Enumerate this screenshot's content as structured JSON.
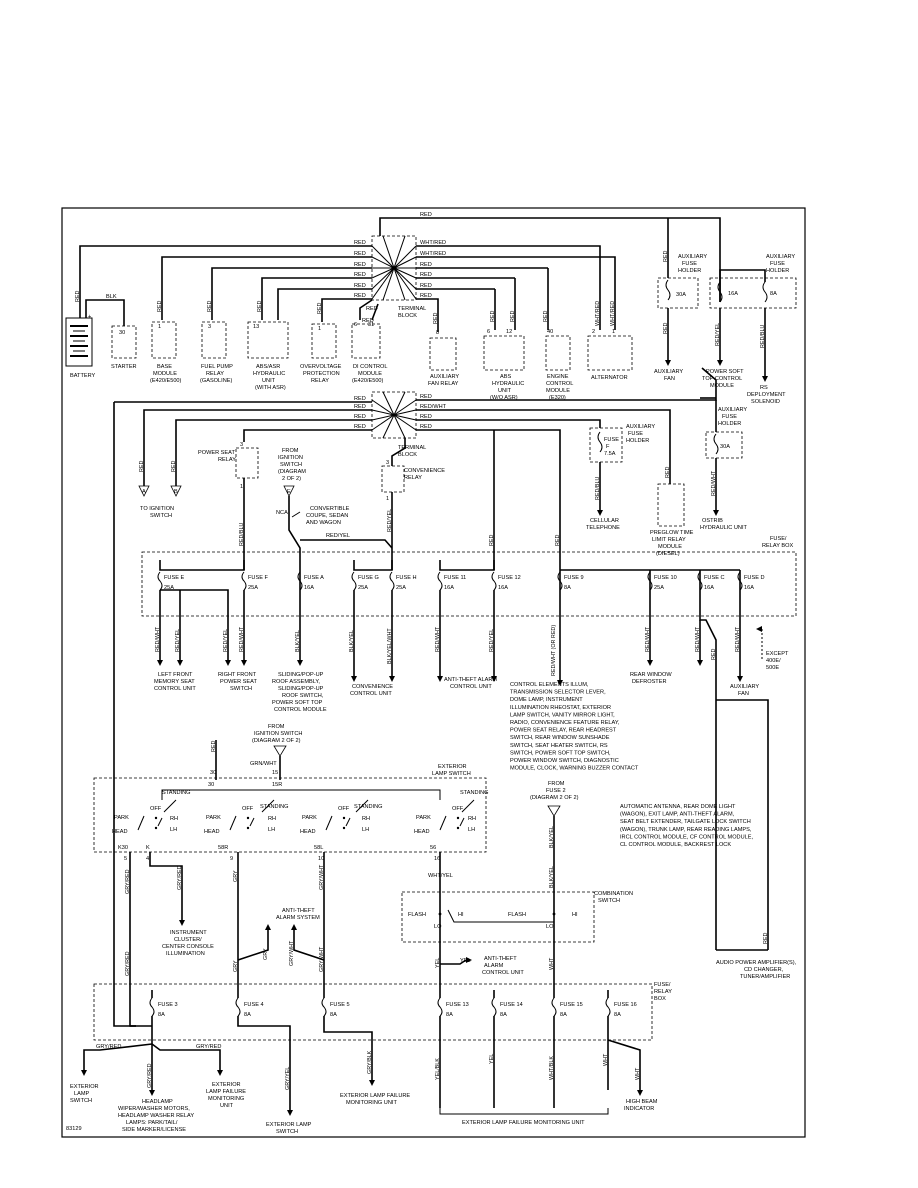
{
  "diagram_id": "83129",
  "top": {
    "red": "RED",
    "blk": "BLK",
    "wht_red": "WHT/RED",
    "battery": "BATTERY",
    "starter": "STARTER",
    "starter_pin": "30",
    "base_module": [
      "BASE",
      "MODULE",
      "(E420/E500)"
    ],
    "fuel_pump_relay": [
      "FUEL PUMP",
      "RELAY",
      "(GASOLINE)"
    ],
    "abs_asr": [
      "ABS/ASR",
      "HYDRAULIC",
      "UNIT",
      "(WITH ASR)"
    ],
    "overvoltage": [
      "OVERVOLTAGE",
      "PROTECTION",
      "RELAY"
    ],
    "di_control": [
      "DI CONTROL",
      "MODULE",
      "(E420/E500)"
    ],
    "aux_fan_relay": [
      "AUXILIARY",
      "FAN RELAY"
    ],
    "abs_hyd": [
      "ABS",
      "HYDRAULIC",
      "UNIT",
      "(W/O ASR)"
    ],
    "engine_cm": [
      "ENGINE",
      "CONTROL",
      "MODULE",
      "(E320)"
    ],
    "alternator": "ALTERNATOR",
    "terminal_block": [
      "TERMINAL",
      "BLOCK"
    ],
    "aux_fuse_holder": [
      "AUXILIARY",
      "FUSE",
      "HOLDER"
    ],
    "fuse_30a": "30A",
    "fuse_16a": "16A",
    "fuse_8a": "8A",
    "red_yel": "RED/YEL",
    "red_blu": "RED/BLU",
    "aux_fan": [
      "AUXILIARY",
      "FAN"
    ],
    "power_soft_top": [
      "POWER SOFT",
      "TOP CONTROL",
      "MODULE"
    ],
    "rs_deploy": [
      "RS",
      "DEPLOYMENT",
      "SOLENOID"
    ],
    "pins": {
      "p1": "1",
      "p3": "3",
      "p13": "13",
      "p1b": "1",
      "p6": "6",
      "p31": "31",
      "p8": "8",
      "p6b": "6",
      "p12": "12",
      "p40": "40",
      "p2": "2",
      "p1c": "1"
    }
  },
  "middle": {
    "red": "RED",
    "red_wht": "RED/WHT",
    "power_seat_relay": [
      "POWER SEAT",
      "RELAY"
    ],
    "from_ign": [
      "FROM",
      "IGNITION",
      "SWITCH",
      "(DIAGRAM",
      "2 OF 2)"
    ],
    "conv_relay": [
      "CONVENIENCE",
      "RELAY"
    ],
    "aux_fuse_holder2": [
      "AUXILIARY",
      "FUSE",
      "HOLDER"
    ],
    "fuse_f": [
      "FUSE",
      "F",
      "7.5A"
    ],
    "aux_fuse_holder3": [
      "AUXILIARY",
      "FUSE",
      "HOLDER"
    ],
    "fuse_30a_b": "30A",
    "to_ign": [
      "TO IGNITION",
      "SWITCH"
    ],
    "red_blu": "RED/BLU",
    "nca": "NCA",
    "convertible": [
      "CONVERTIBLE",
      "COUPE, SEDAN",
      "AND WAGON"
    ],
    "red_yel": "RED/YEL",
    "cellular": [
      "CELLULAR",
      "TELEPHONE"
    ],
    "preglow": [
      "PREGLOW TIME",
      "LIMIT RELAY",
      "MODULE",
      "(DIESEL)"
    ],
    "ostrib": [
      "OSTRIB",
      "HYDRAULIC UNIT"
    ],
    "a_label": "A",
    "b_label": "B",
    "e_label": "E"
  },
  "fuse_box": {
    "title": [
      "FUSE/",
      "RELAY BOX"
    ],
    "fuses": [
      {
        "name": "FUSE E",
        "amp": "25A"
      },
      {
        "name": "FUSE F",
        "amp": "25A"
      },
      {
        "name": "FUSE A",
        "amp": "16A"
      },
      {
        "name": "FUSE G",
        "amp": "25A"
      },
      {
        "name": "FUSE H",
        "amp": "25A"
      },
      {
        "name": "FUSE 11",
        "amp": "16A"
      },
      {
        "name": "FUSE 12",
        "amp": "16A"
      },
      {
        "name": "FUSE 9",
        "amp": "8A"
      },
      {
        "name": "FUSE 10",
        "amp": "25A"
      },
      {
        "name": "FUSE C",
        "amp": "16A"
      },
      {
        "name": "FUSE D",
        "amp": "16A"
      }
    ],
    "wires": [
      "RED/WHT",
      "RED/YEL",
      "RED/YEL",
      "RED/WHT",
      "BLK/YEL",
      "BLK/YEL",
      "BLK/YEL/WHT",
      "RED/WHT",
      "RED/YEL",
      "RED/WHT (OR RED)",
      "RED/WHT",
      "RED/WHT",
      "RED",
      "RED/WHT"
    ],
    "left_memory": [
      "LEFT FRONT",
      "MEMORY SEAT",
      "CONTROL UNIT"
    ],
    "right_seat": [
      "RIGHT FRONT",
      "POWER SEAT",
      "SWITCH"
    ],
    "sliding": [
      "SLIDING/POP-UP",
      "ROOF ASSEMBLY,",
      "SLIDING/POP-UP",
      "ROOF SWITCH,",
      "POWER SOFT TOP",
      "CONTROL MODULE"
    ],
    "conv_cu": [
      "CONVENIENCE",
      "CONTROL UNIT"
    ],
    "anti_theft": [
      "ANTI-THEFT ALARM",
      "CONTROL UNIT"
    ],
    "control_elems": [
      "CONTROL ELEMENTS ILLUM,",
      "TRANSMISSION SELECTOR LEVER,",
      "DOME LAMP, INSTRUMENT",
      "ILLUMINATION RHEOSTAT, EXTERIOR",
      "LAMP SWITCH, VANITY MIRROR LIGHT,",
      "RADIO, CONVENIENCE FEATURE RELAY,",
      "POWER SEAT RELAY, REAR HEADREST",
      "SWITCH, REAR WINDOW SUNSHADE",
      "SWITCH, SEAT HEATER SWITCH, RS",
      "SWITCH, POWER SOFT TOP SWITCH,",
      "POWER WINDOW SWITCH, DIAGNOSTIC",
      "MODULE, CLOCK, WARNING BUZZER CONTACT"
    ],
    "rear_window": [
      "REAR WINDOW",
      "DEFROSTER"
    ],
    "except": [
      "EXCEPT",
      "400E/",
      "500E"
    ],
    "aux_fan2": [
      "AUXILIARY",
      "FAN"
    ]
  },
  "lamp_switch": {
    "from_ign": [
      "FROM",
      "IGNITION SWITCH",
      "(DIAGRAM 2 OF 2)"
    ],
    "grn_wht": "GRN/WHT",
    "red": "RED",
    "title": [
      "EXTERIOR",
      "LAMP SWITCH"
    ],
    "pins": {
      "p30": "30",
      "p15": "15",
      "p30b": "30",
      "p15r": "15R"
    },
    "park": "PARK",
    "off": "OFF",
    "head": "HEAD",
    "standing": "STANDING",
    "rh": "RH",
    "lh": "LH",
    "bottom_pins": [
      "K30",
      "K",
      "58R",
      "58L",
      "56"
    ],
    "bottom_nums": [
      "5",
      "4",
      "9",
      "10",
      "16"
    ],
    "from_fuse2": [
      "FROM",
      "FUSE 2",
      "(DIAGRAM 2 OF 2)"
    ],
    "auto_antenna": [
      "AUTOMATIC ANTENNA, REAR DOME LIGHT",
      "(WAGON), EXIT LAMP, ANTI-THEFT ALARM,",
      "SEAT BELT EXTENDER, TAILGATE LOCK SWITCH",
      "(WAGON), TRUNK LAMP, REAR READING LAMPS,",
      "IRCL CONTROL MODULE, CF CONTROL MODULE,",
      "CL CONTROL MODULE, BACKREST LOCK"
    ]
  },
  "lower": {
    "instrument": [
      "INSTRUMENT",
      "CLUSTER/",
      "CENTER CONSOLE",
      "ILLUMINATION"
    ],
    "anti_theft_sys": [
      "ANTI-THEFT",
      "ALARM SYSTEM"
    ],
    "comb_switch": [
      "COMBINATION",
      "SWITCH"
    ],
    "flash": "FLASH",
    "lo": "LO",
    "hi": "HI",
    "wht_yel": "WHT/YEL",
    "yel": "YEL",
    "wht": "WHT",
    "blk_yel": "BLK/YEL",
    "gry": "GRY",
    "gry_wht": "GRY/WHT",
    "gry_red": "GRY/RED",
    "gry_yel": "GRY/YEL",
    "anti_theft_cu": [
      "ANTI-THEFT",
      "ALARM",
      "CONTROL UNIT"
    ],
    "audio": [
      "AUDIO POWER AMPLIFIER(S),",
      "CD CHANGER,",
      "TUNER/AMPLIFIER"
    ],
    "fuse_box2": [
      "FUSE/",
      "RELAY",
      "BOX"
    ],
    "fuses2": [
      {
        "name": "FUSE 3",
        "amp": "8A"
      },
      {
        "name": "FUSE 4",
        "amp": "8A"
      },
      {
        "name": "FUSE 5",
        "amp": "8A"
      },
      {
        "name": "FUSE 13",
        "amp": "8A"
      },
      {
        "name": "FUSE 14",
        "amp": "8A"
      },
      {
        "name": "FUSE 15",
        "amp": "8A"
      },
      {
        "name": "FUSE 16",
        "amp": "8A"
      }
    ],
    "wires_b": [
      "GRY/RED",
      "GRY/BLK",
      "GRY/BLK",
      "YEL/BLK",
      "YEL",
      "WHT/BLK",
      "WHT",
      "WHT"
    ],
    "ext_lamp_sw": [
      "EXTERIOR",
      "LAMP",
      "SWITCH"
    ],
    "headlamp": [
      "HEADLAMP",
      "WIPER/WASHER MOTORS,",
      "HEADLAMP WASHER RELAY",
      "LAMPS: PARK/TAIL/",
      "SIDE MARKER/LICENSE"
    ],
    "ext_fail1": [
      "EXTERIOR",
      "LAMP FAILURE",
      "MONITORING",
      "UNIT"
    ],
    "ext_lamp_sw2": [
      "EXTERIOR LAMP",
      "SWITCH"
    ],
    "ext_fail2": [
      "EXTERIOR LAMP FAILURE",
      "MONITORING UNIT"
    ],
    "ext_fail3": "EXTERIOR LAMP FAILURE MONITORING UNIT",
    "high_beam": [
      "HIGH BEAM",
      "INDICATOR"
    ]
  }
}
